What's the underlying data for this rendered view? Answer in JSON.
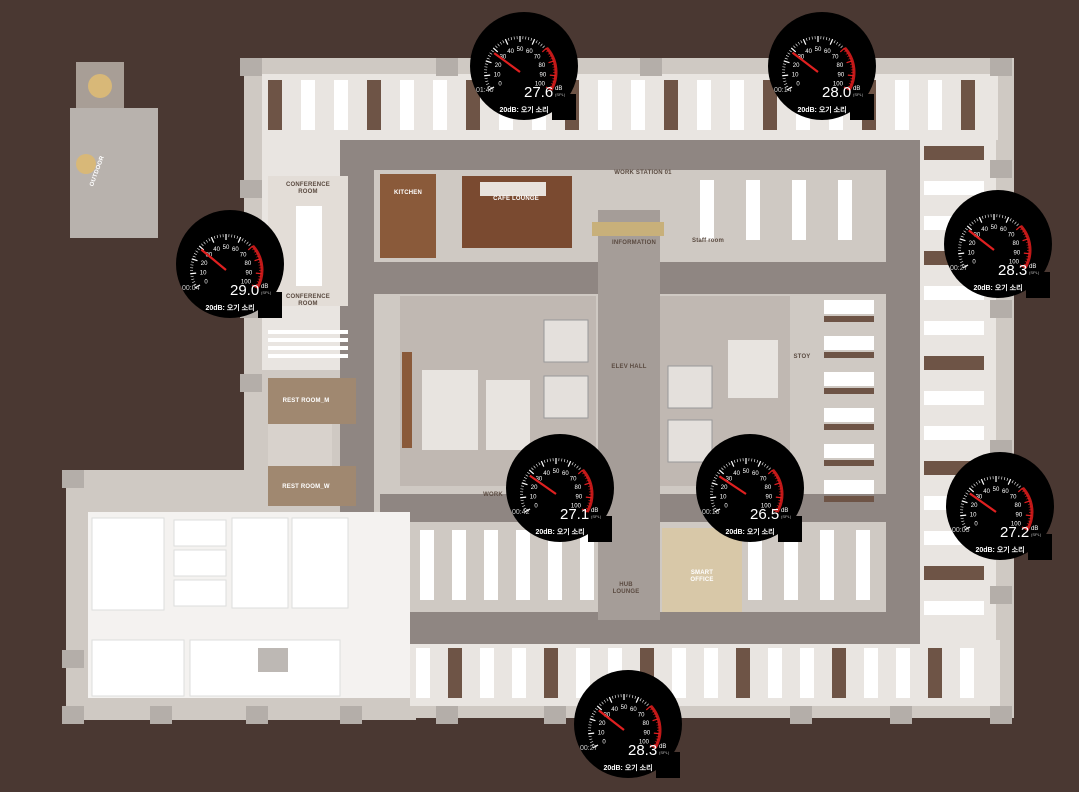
{
  "floor_labels": {
    "outdoor": "OUTDOOR",
    "conference_a": "CONFERENCE\nROOM",
    "conference_b": "CONFERENCE\nROOM",
    "kitchen": "KITCHEN",
    "cafe_lounge": "CAFE LOUNGE",
    "work_station": "WORK STATION 01",
    "information": "INFORMATION",
    "staff_room": "Staff room",
    "rest_room_m": "REST ROOM_M",
    "rest_room_w": "REST ROOM_W",
    "elev_hall": "ELEV HALL",
    "work": "WORK",
    "hub_lounge": "HUB\nLOUNGE",
    "smart_office": "SMART\nOFFICE",
    "stoy": "STOY"
  },
  "meters": [
    {
      "id": "top-left",
      "value": "27.6",
      "unit": "dB",
      "weight": "(SPL)",
      "time": "01:40",
      "reference": "20dB: 오기 소리",
      "needle": 27.6
    },
    {
      "id": "top-right",
      "value": "28.0",
      "unit": "dB",
      "weight": "(SPL)",
      "time": "00:14",
      "reference": "20dB: 오기 소리",
      "needle": 28.0
    },
    {
      "id": "conference",
      "value": "29.0",
      "unit": "dB",
      "weight": "(SPL)",
      "time": "00:04",
      "reference": "20dB: 오기 소리",
      "needle": 29.0
    },
    {
      "id": "east-upper",
      "value": "28.3",
      "unit": "dB",
      "weight": "(SPL)",
      "time": "00:27",
      "reference": "20dB: 오기 소리",
      "needle": 28.3
    },
    {
      "id": "center-left",
      "value": "27.1",
      "unit": "dB",
      "weight": "(SPL)",
      "time": "00:42",
      "reference": "20dB: 오기 소리",
      "needle": 27.1
    },
    {
      "id": "center-right",
      "value": "26.5",
      "unit": "dB",
      "weight": "(SPL)",
      "time": "00:16",
      "reference": "20dB: 오기 소리",
      "needle": 26.5
    },
    {
      "id": "east-lower",
      "value": "27.2",
      "unit": "dB",
      "weight": "(SPL)",
      "time": "00:05",
      "reference": "20dB: 오기 소리",
      "needle": 27.2
    },
    {
      "id": "bottom",
      "value": "28.3",
      "unit": "dB",
      "weight": "(SPL)",
      "time": "00:27",
      "reference": "20dB: 오기 소리",
      "needle": 28.3
    }
  ],
  "dial": {
    "ticks": [
      "0",
      "10",
      "20",
      "30",
      "40",
      "50",
      "60",
      "70",
      "80",
      "90",
      "100"
    ]
  },
  "colors": {
    "background": "#4a3832",
    "needle": "#e02020",
    "meter_face": "#000000",
    "corridor": "#8f8682",
    "desk": "#ffffff",
    "wood": "#8a5a3a"
  }
}
